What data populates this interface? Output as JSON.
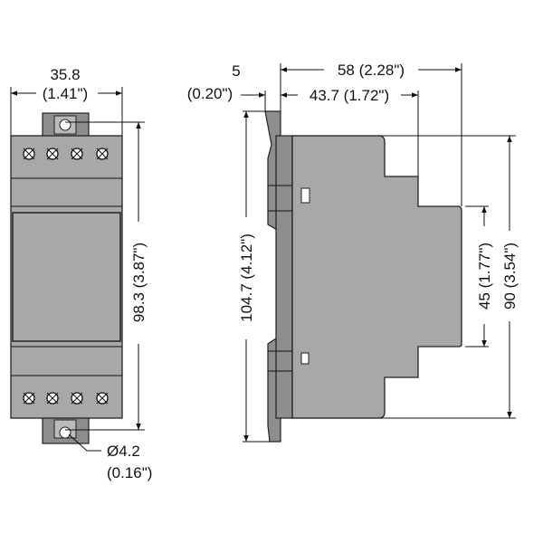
{
  "front_view": {
    "width_mm": "35.8",
    "width_in": "(1.41\")",
    "height_label": "98.3 (3.87\")",
    "hole_mm": "Ø4.2",
    "hole_in": "(0.16\")"
  },
  "side_view": {
    "depth_total": "58 (2.28\")",
    "depth_front": "43.7 (1.72\")",
    "rail_offset_mm": "5",
    "rail_offset_in": "(0.20\")",
    "height_total": "104.7 (4.12\")",
    "height_body": "90 (3.54\")",
    "height_front": "45 (1.77\")"
  },
  "colors": {
    "body": "#a8a8a8",
    "line": "#111111"
  }
}
